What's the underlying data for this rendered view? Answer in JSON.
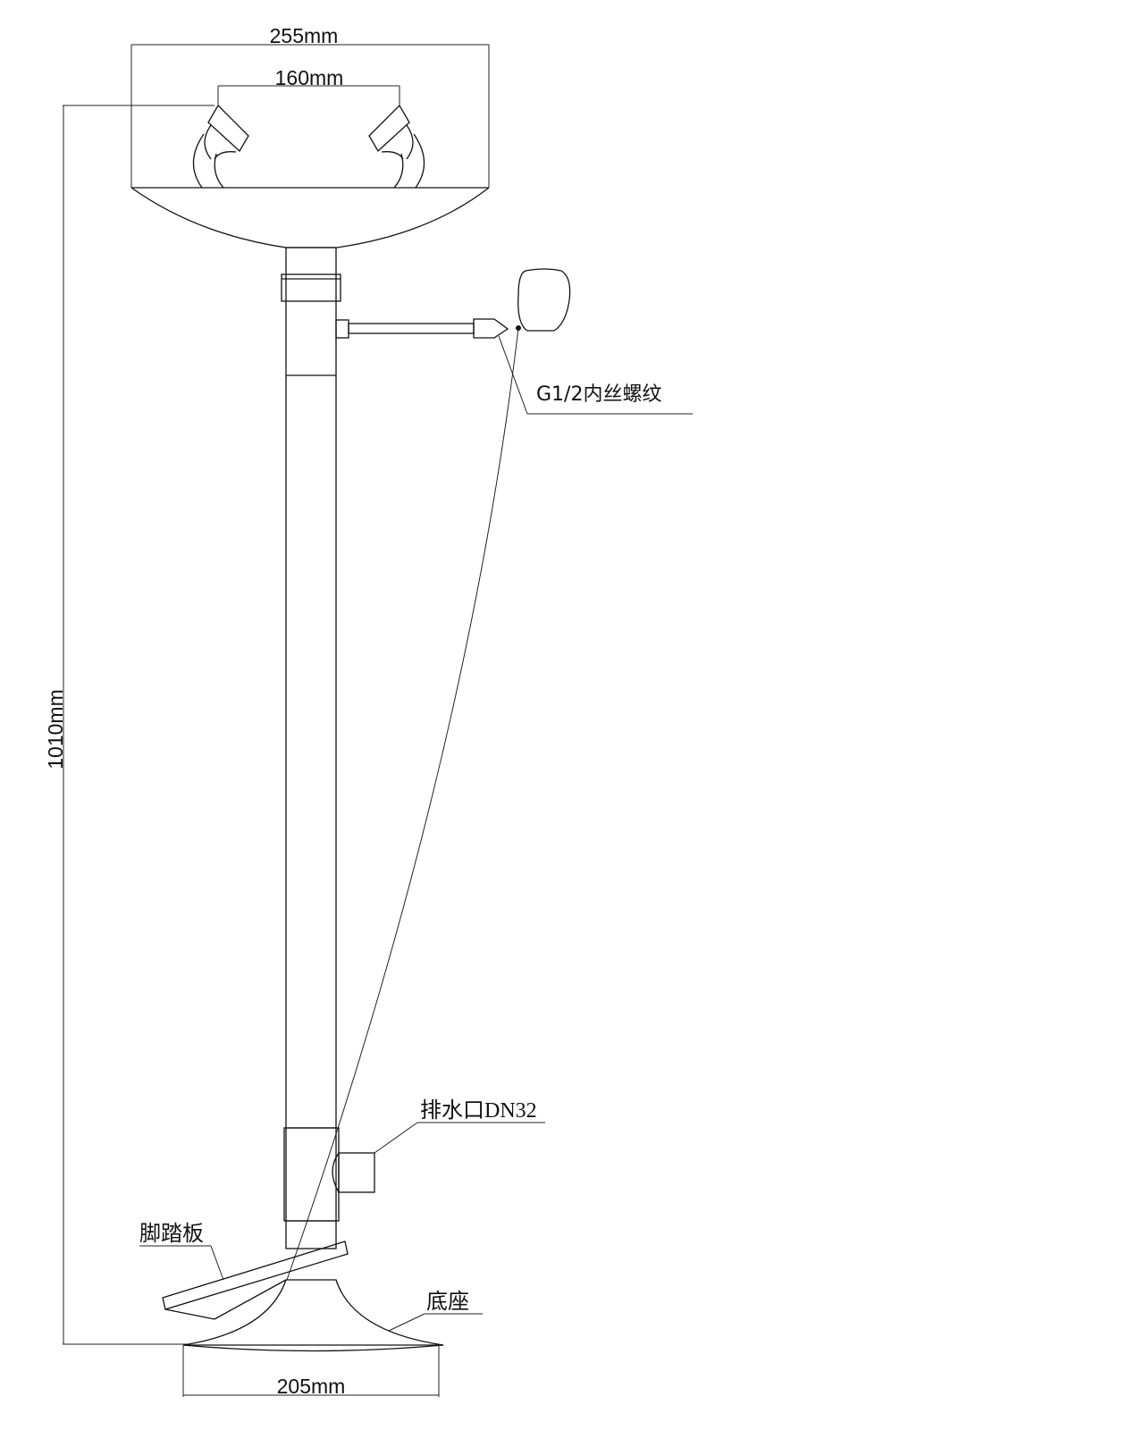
{
  "dimensions": {
    "basin_width": "255mm",
    "nozzle_spacing": "160mm",
    "total_height": "1010mm",
    "base_width": "205mm"
  },
  "callouts": {
    "thread": "G1/2内丝螺纹",
    "drain": "排水口DN32",
    "foot_pedal": "脚踏板",
    "base": "底座"
  }
}
